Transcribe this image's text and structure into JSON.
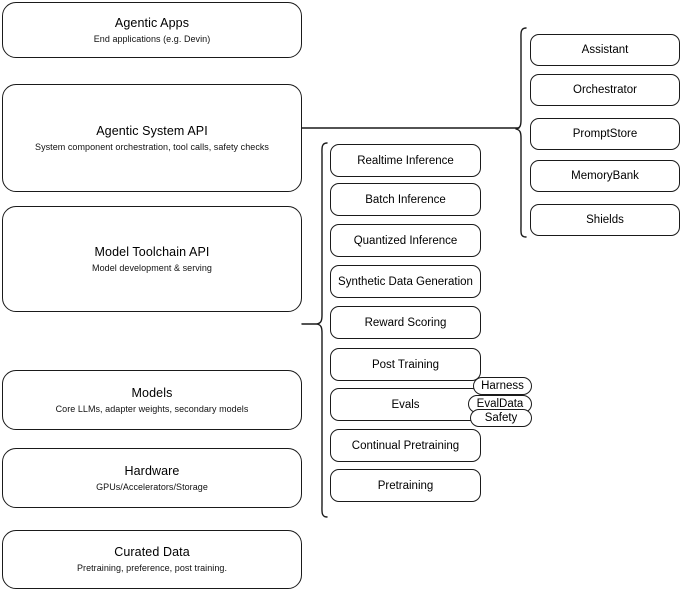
{
  "diagram": {
    "title": "Agentic stack layered architecture",
    "colors": {
      "background": "#ffffff",
      "stroke": "#1a1a1a",
      "text": "#000000"
    },
    "layers": [
      {
        "name": "agentic-apps",
        "title": "Agentic Apps",
        "subtitle": "End applications (e.g. Devin)"
      },
      {
        "name": "agentic-system-api",
        "title": "Agentic System API",
        "subtitle": "System component orchestration, tool calls, safety checks"
      },
      {
        "name": "model-toolchain-api",
        "title": "Model Toolchain API",
        "subtitle": "Model development & serving"
      },
      {
        "name": "models",
        "title": "Models",
        "subtitle": "Core LLMs, adapter weights, secondary models"
      },
      {
        "name": "hardware",
        "title": "Hardware",
        "subtitle": "GPUs/Accelerators/Storage"
      },
      {
        "name": "curated-data",
        "title": "Curated Data",
        "subtitle": "Pretraining, preference, post training."
      }
    ],
    "toolchain_capabilities": [
      {
        "name": "realtime-inference",
        "label": "Realtime Inference"
      },
      {
        "name": "batch-inference",
        "label": "Batch Inference"
      },
      {
        "name": "quantized-inference",
        "label": "Quantized Inference"
      },
      {
        "name": "synthetic-data-generation",
        "label": "Synthetic Data Generation"
      },
      {
        "name": "reward-scoring",
        "label": "Reward Scoring"
      },
      {
        "name": "post-training",
        "label": "Post Training"
      },
      {
        "name": "evals",
        "label": "Evals"
      },
      {
        "name": "continual-pretraining",
        "label": "Continual Pretraining"
      },
      {
        "name": "pretraining",
        "label": "Pretraining"
      }
    ],
    "eval_tags": [
      {
        "name": "harness",
        "label": "Harness"
      },
      {
        "name": "evaldata",
        "label": "EvalData"
      },
      {
        "name": "safety",
        "label": "Safety"
      }
    ],
    "system_components": [
      {
        "name": "assistant",
        "label": "Assistant"
      },
      {
        "name": "orchestrator",
        "label": "Orchestrator"
      },
      {
        "name": "promptstore",
        "label": "PromptStore"
      },
      {
        "name": "memorybank",
        "label": "MemoryBank"
      },
      {
        "name": "shields",
        "label": "Shields"
      }
    ]
  }
}
